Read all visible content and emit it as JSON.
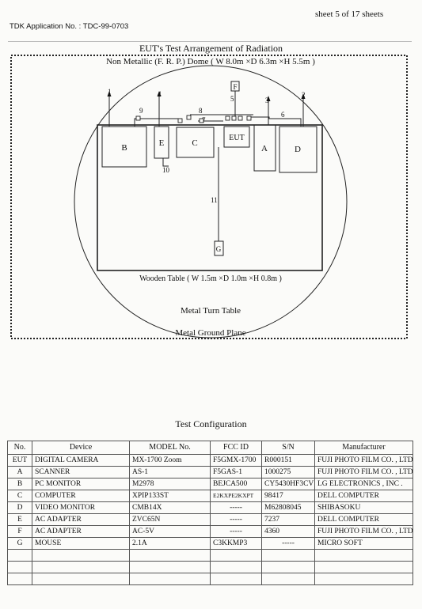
{
  "header": {
    "sheet_text": "sheet  5  of  17  sheets",
    "application_no": "TDK Application No. :  TDC-99-0703"
  },
  "diagram": {
    "title": "EUT's Test Arrangement of Radiation",
    "dome_label": "Non Metallic (F. R. P.) Dome ( W 8.0m ×D 6.3m ×H 5.5m )",
    "table_label": "Wooden Table ( W 1.5m ×D 1.0m ×H 0.8m )",
    "turntable_label": "Metal  Turn  Table",
    "ground_label": "Metal  Ground  Plane",
    "devices": [
      "B",
      "E",
      "C",
      "EUT",
      "A",
      "D",
      "F",
      "G"
    ],
    "cable_numbers": [
      "1",
      "2",
      "3",
      "4",
      "5",
      "6",
      "7",
      "8",
      "9",
      "10",
      "11"
    ]
  },
  "config": {
    "title": "Test Configuration",
    "headers": [
      "No.",
      "Device",
      "MODEL No.",
      "FCC ID",
      "S/N",
      "Manufacturer"
    ],
    "rows": [
      [
        "EUT",
        "DIGITAL  CAMERA",
        "MX-1700 Zoom",
        "F5GMX-1700",
        "R000151",
        "FUJI PHOTO FILM CO. , LTD"
      ],
      [
        "A",
        "SCANNER",
        "AS-1",
        "F5GAS-1",
        "1000275",
        "FUJI PHOTO FILM CO. , LTD"
      ],
      [
        "B",
        "PC MONITOR",
        "M2978",
        "BEJCA500",
        "CY5430HF3CV",
        "LG ELECTRONICS , INC ."
      ],
      [
        "C",
        "COMPUTER",
        "XPIP133ST",
        "E2KXPE2KXPT",
        "98417",
        "DELL COMPUTER"
      ],
      [
        "D",
        "VIDEO MONITOR",
        "CMB14X",
        "-----",
        "M62808045",
        "SHIBASOKU"
      ],
      [
        "E",
        "AC  ADAPTER",
        "ZVC65N",
        "-----",
        "7237",
        "DELL COMPUTER"
      ],
      [
        "F",
        "AC  ADAPTER",
        "AC-5V",
        "-----",
        "4360",
        "FUJI PHOTO FILM CO. , LTD"
      ],
      [
        "G",
        "MOUSE",
        "2.1A",
        "C3KKMP3",
        "-----",
        "MICRO SOFT"
      ],
      [
        "",
        "",
        "",
        "",
        "",
        ""
      ],
      [
        "",
        "",
        "",
        "",
        "",
        ""
      ],
      [
        "",
        "",
        "",
        "",
        "",
        ""
      ]
    ]
  }
}
